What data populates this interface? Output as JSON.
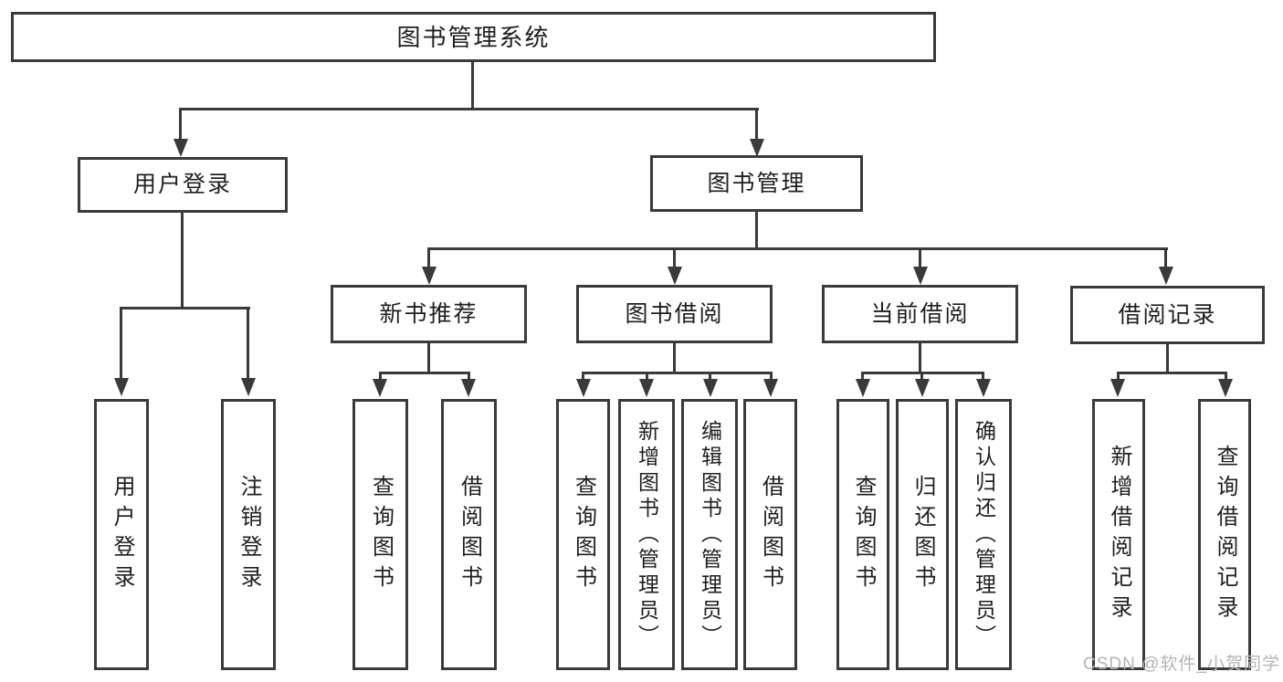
{
  "page": {
    "background": "#ffffff"
  },
  "diagram": {
    "type": "hierarchy-tree",
    "root": "图书管理系统",
    "children": [
      {
        "label": "用户登录",
        "children": [
          "用户登录",
          "注销登录"
        ]
      },
      {
        "label": "图书管理",
        "children": [
          {
            "label": "新书推荐",
            "children": [
              "查询图书",
              "借阅图书"
            ]
          },
          {
            "label": "图书借阅",
            "children": [
              "查询图书",
              "新增图书（管理员）",
              "编辑图书（管理员）",
              "借阅图书"
            ]
          },
          {
            "label": "当前借阅",
            "children": [
              "查询图书",
              "归还图书",
              "确认归还（管理员）"
            ]
          },
          {
            "label": "借阅记录",
            "children": [
              "新增借阅记录",
              "查询借阅记录"
            ]
          }
        ]
      }
    ],
    "colors": {
      "line": "#3a3a3a",
      "box_border": "#3a3a3a",
      "box_fill": "#ffffff",
      "text": "#1f1f1f"
    }
  },
  "watermark": {
    "text": "CSDN @软件_小贺同学",
    "color": "#b5b5b5"
  }
}
